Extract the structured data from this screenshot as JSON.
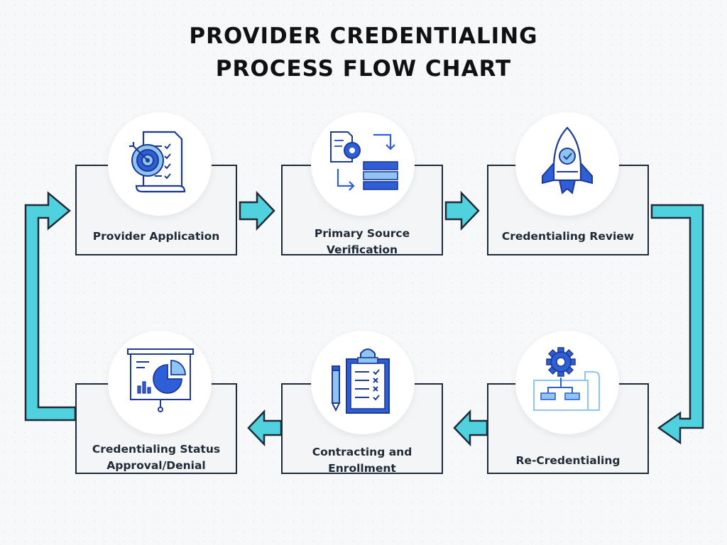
{
  "title": {
    "line1": "PROVIDER CREDENTIALING",
    "line2": "PROCESS FLOW CHART"
  },
  "steps": [
    {
      "label": "Provider Application",
      "icon": "target-checklist-icon"
    },
    {
      "label": "Primary Source\nVerification",
      "icon": "data-verification-icon"
    },
    {
      "label": "Credentialing Review",
      "icon": "rocket-check-icon"
    },
    {
      "label": "Re-Credentialing",
      "icon": "gear-flowchart-icon"
    },
    {
      "label": "Contracting and\nEnrollment",
      "icon": "clipboard-checklist-icon"
    },
    {
      "label": "Credentialing Status\nApproval/Denial",
      "icon": "presentation-chart-icon"
    }
  ],
  "colors": {
    "arrow_fill": "#4fd2de",
    "outline": "#1e2b3a",
    "icon_blue": "#2f5fd8",
    "icon_light": "#8ec5f2",
    "icon_navy": "#1f3a93"
  }
}
